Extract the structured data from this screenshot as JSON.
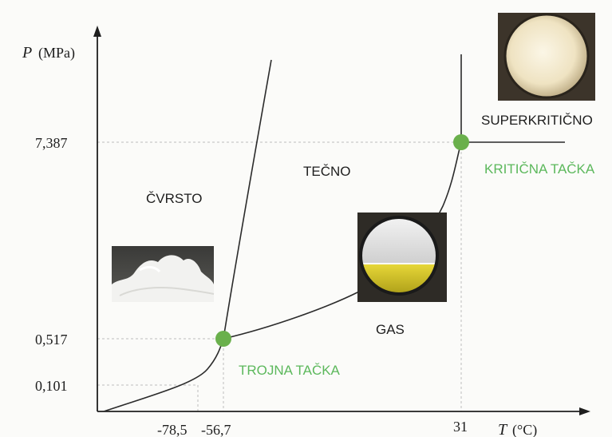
{
  "axes": {
    "y_symbol": "P",
    "y_unit": "(MPa)",
    "x_symbol": "T",
    "x_unit": "(°C)",
    "y_ticks": [
      "7,387",
      "0,517",
      "0,101"
    ],
    "x_ticks": [
      "-78,5",
      "-56,7",
      "31"
    ]
  },
  "regions": {
    "solid": "ČVRSTO",
    "liquid": "TEČNO",
    "gas": "GAS",
    "supercritical": "SUPERKRITIČNO"
  },
  "points": {
    "triple": "TROJNA TAČKA",
    "critical": "KRITIČNA TAČKA"
  },
  "colors": {
    "point_green": "#6ab04c",
    "point_label_green": "#5cb85c",
    "line": "#2b2b2b",
    "dashed": "#bdbdbd",
    "liquid_yellow": "#d4c424"
  },
  "photos": [
    "solid-dry-ice-photo",
    "liquid-gas-vessel-photo",
    "supercritical-vessel-photo"
  ]
}
